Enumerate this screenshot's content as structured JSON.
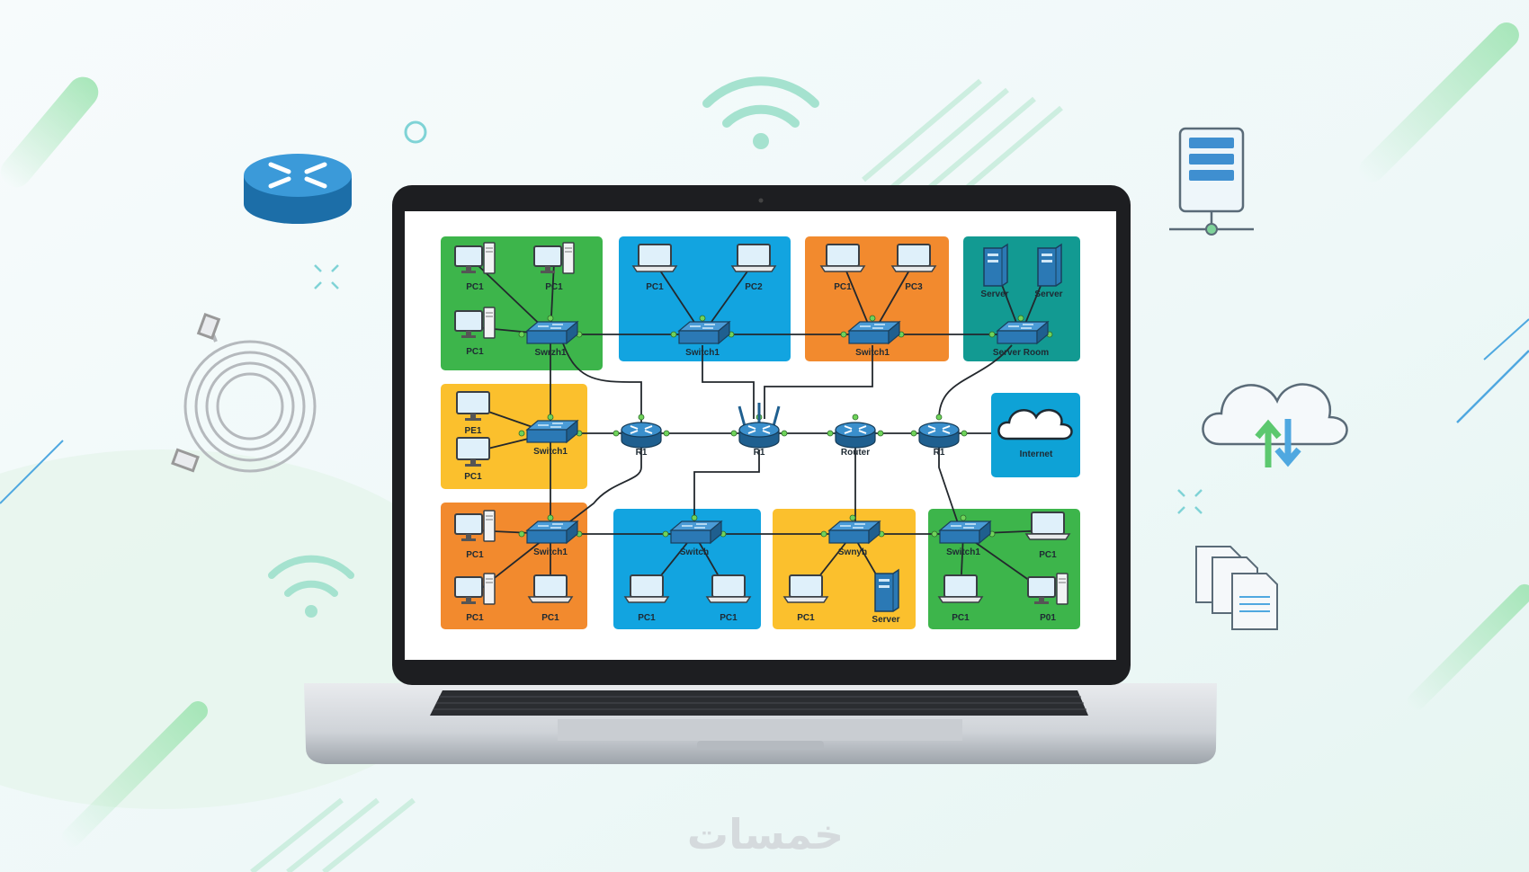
{
  "brand": {
    "logo_text": "خمسات"
  },
  "colors": {
    "green": "#3db54b",
    "blue": "#12a4e0",
    "orange": "#f28a2e",
    "teal": "#129a92",
    "yellow": "#fbc02d",
    "device_blue": "#2b79b5",
    "link_dot": "#6fd35a"
  },
  "diagram": {
    "zones": [
      {
        "color": "green",
        "devices": [
          "PC1",
          "PC1",
          "PC1"
        ],
        "switch": "Swrzh1"
      },
      {
        "color": "blue",
        "devices": [
          "PC1",
          "PC2"
        ],
        "switch": "Switch1"
      },
      {
        "color": "orange",
        "devices": [
          "PC1",
          "PC3"
        ],
        "switch": "Switch1"
      },
      {
        "color": "teal",
        "devices": [
          "Server",
          "Server"
        ],
        "switch": "Server Room"
      },
      {
        "color": "yellow",
        "devices": [
          "PE1",
          "PC1"
        ],
        "switch": "Switch1"
      },
      {
        "color": "orange",
        "devices": [
          "PC1",
          "PC1",
          "PC1"
        ],
        "switch": "Switch1"
      },
      {
        "color": "blue",
        "devices": [
          "PC1",
          "PC1"
        ],
        "switch": "Switch"
      },
      {
        "color": "yellow",
        "devices": [
          "PC1",
          "Server"
        ],
        "switch": "Swnyh"
      },
      {
        "color": "green",
        "devices": [
          "PC1",
          "PC1",
          "P01"
        ],
        "switch": "Switch1"
      }
    ],
    "routers": [
      "R1",
      "R1",
      "Router",
      "R1"
    ],
    "internet": "Internet"
  }
}
